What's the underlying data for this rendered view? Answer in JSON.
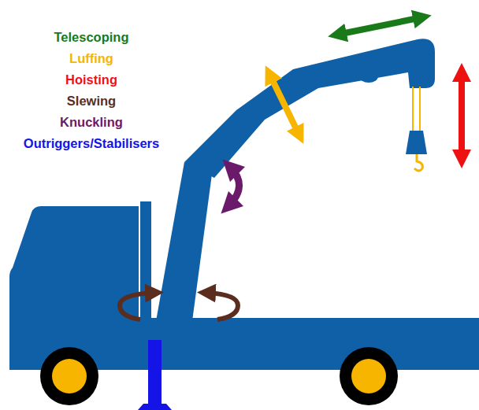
{
  "diagram": {
    "legend": [
      {
        "text": "Telescoping",
        "color": "#1a7a1a"
      },
      {
        "text": "Luffing",
        "color": "#f7b500"
      },
      {
        "text": "Hoisting",
        "color": "#ee1111"
      },
      {
        "text": "Slewing",
        "color": "#5a2d1e"
      },
      {
        "text": "Knuckling",
        "color": "#6b1a6b"
      },
      {
        "text": "Outriggers/Stabilisers",
        "color": "#1414e6"
      }
    ]
  }
}
